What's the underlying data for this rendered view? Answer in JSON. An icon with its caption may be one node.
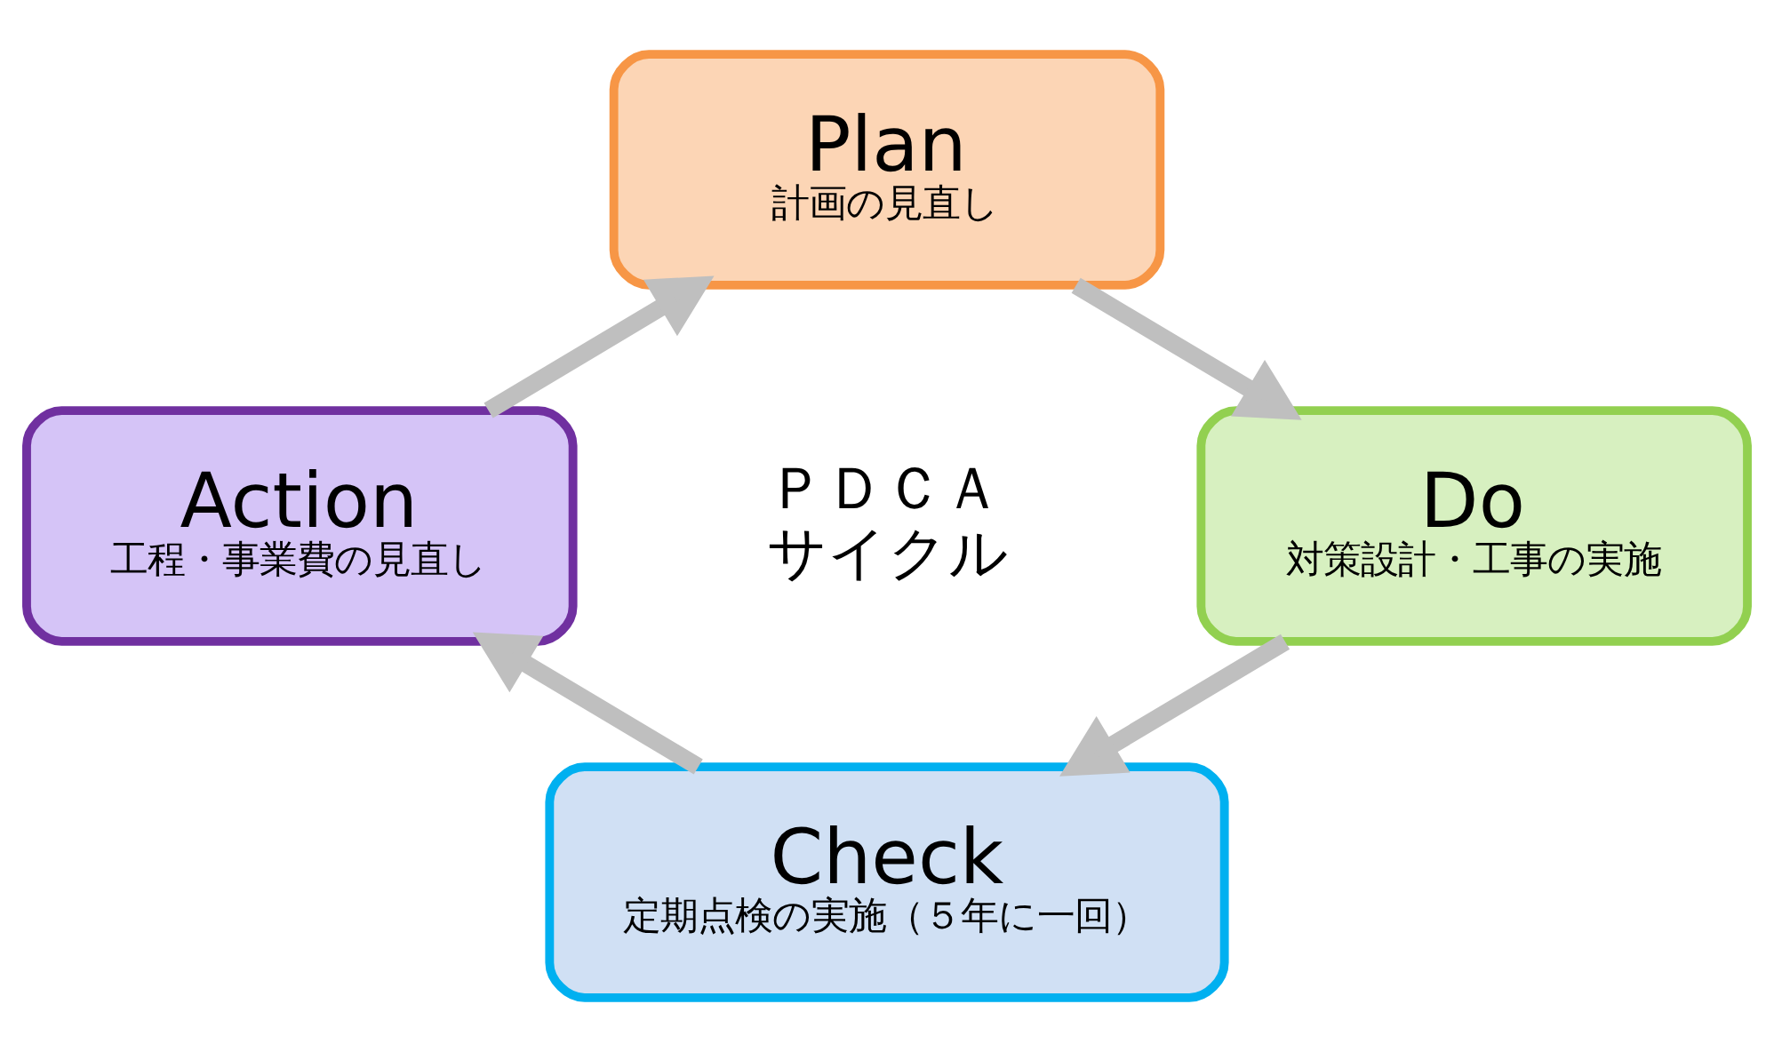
{
  "diagram": {
    "nodes": [
      {
        "text": [
          "Plan",
          "計画の見直し"
        ]
      },
      {
        "text": [
          "Do",
          "対策設計・工事の実施"
        ]
      },
      {
        "text": [
          "Check",
          "定期点検の実施（５年に一回）"
        ]
      },
      {
        "text": [
          "Action",
          "工程・事業費の見直し"
        ]
      }
    ],
    "edges": [
      {
        "from": 0,
        "to": 1,
        "arrow": "to"
      },
      {
        "from": 1,
        "to": 2,
        "arrow": "to"
      },
      {
        "from": 2,
        "to": 3,
        "arrow": "to"
      },
      {
        "from": 3,
        "to": 0,
        "arrow": "to"
      }
    ],
    "labels": [
      "ＰＤＣＡ",
      "サイクル"
    ]
  }
}
